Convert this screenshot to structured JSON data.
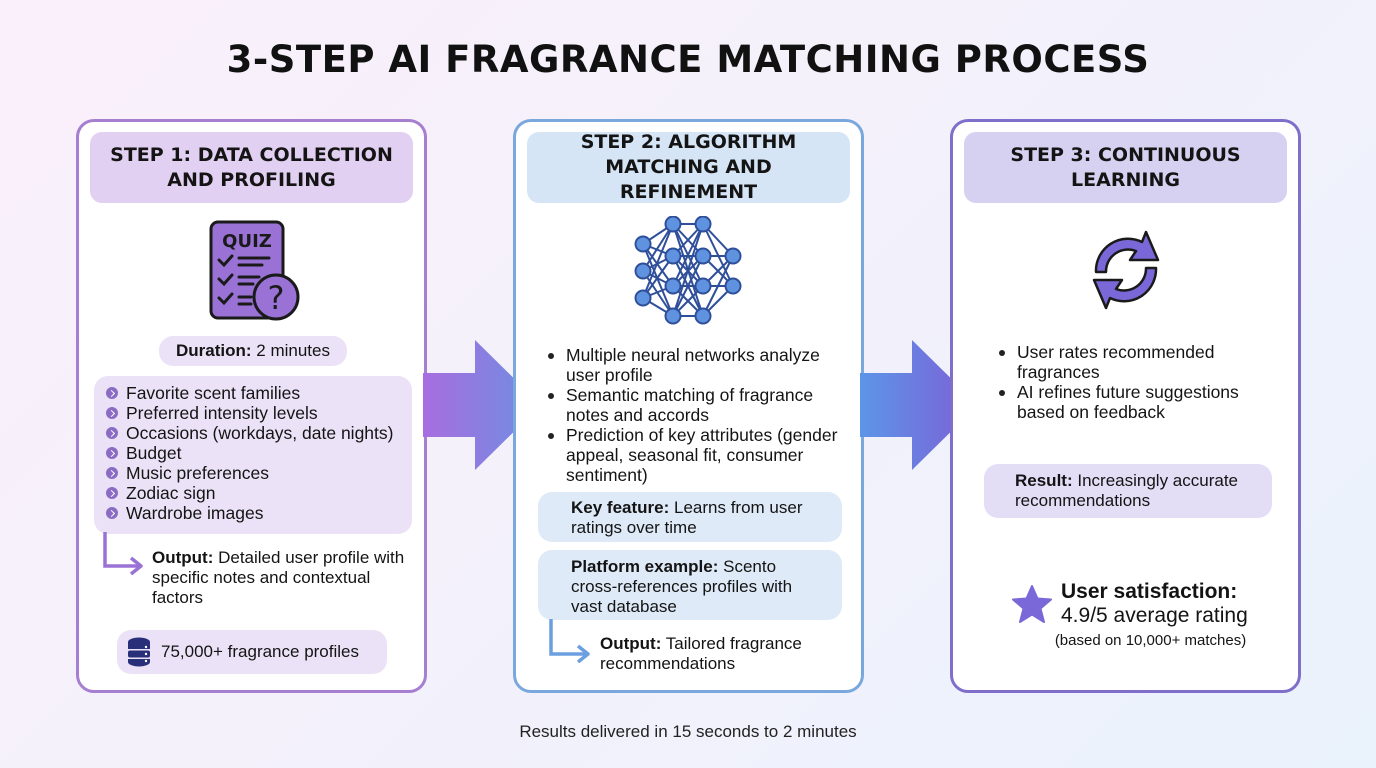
{
  "title": "3-STEP AI FRAGRANCE MATCHING PROCESS",
  "colors": {
    "step1_border": "#a67fd0",
    "step2_border": "#7aa8dc",
    "step3_border": "#7f6fcb",
    "step1_header_bg": "#e2d0f2",
    "step2_header_bg": "#d6e5f6",
    "step3_header_bg": "#d6d0f1",
    "icon_purple": "#9a72d6",
    "icon_blue": "#5f93e0",
    "icon_violet": "#7b68d8"
  },
  "steps": [
    {
      "header": "STEP 1: DATA COLLECTION AND PROFILING",
      "icon": "quiz-icon",
      "icon_text": "QUIZ",
      "duration_label": "Duration:",
      "duration_value": "2 minutes",
      "inputs": [
        "Favorite scent families",
        "Preferred intensity levels",
        "Occasions (workdays, date nights)",
        "Budget",
        "Music preferences",
        "Zodiac sign",
        "Wardrobe images"
      ],
      "output_label": "Output:",
      "output_text": "Detailed user profile with specific notes and contextual factors",
      "database_icon": "database-icon",
      "database_text": "75,000+ fragrance profiles"
    },
    {
      "header": "STEP 2: ALGORITHM MATCHING AND REFINEMENT",
      "icon": "neural-network-icon",
      "bullets": [
        "Multiple neural networks analyze user profile",
        "Semantic matching of fragrance notes and accords",
        "Prediction of key attributes (gender appeal, seasonal fit, consumer sentiment)"
      ],
      "key_feature_label": "Key feature:",
      "key_feature_text": "Learns from user ratings over time",
      "platform_label": "Platform example:",
      "platform_text": "Scento cross-references profiles with vast database",
      "output_label": "Output:",
      "output_text": "Tailored fragrance recommendations"
    },
    {
      "header": "STEP 3: CONTINUOUS LEARNING",
      "icon": "refresh-cycle-icon",
      "bullets": [
        "User rates recommended fragrances",
        "AI refines future suggestions based on feedback"
      ],
      "result_label": "Result:",
      "result_text": "Increasingly accurate recommendations",
      "satisfaction_icon": "star-icon",
      "satisfaction_label": "User satisfaction:",
      "satisfaction_value": "4.9/5 average rating",
      "satisfaction_note": "(based on 10,000+ matches)"
    }
  ],
  "footer": "Results delivered in 15 seconds to 2 minutes"
}
